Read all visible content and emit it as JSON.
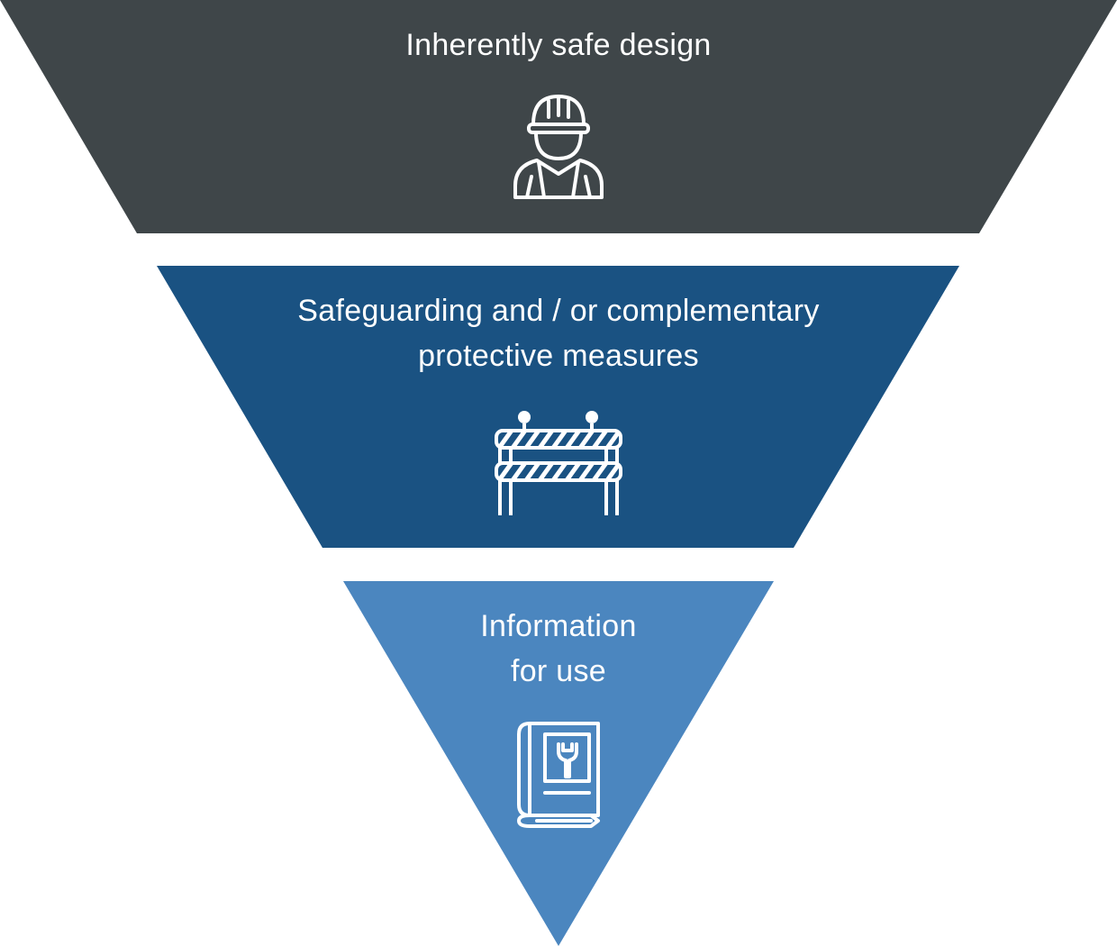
{
  "colors": {
    "tier_1": "#3f4649",
    "tier_2": "#1a5282",
    "tier_3": "#4b86bf",
    "text": "#ffffff",
    "background": "#ffffff"
  },
  "tiers": [
    {
      "label": "Inherently safe design",
      "icon": "construction-worker-icon"
    },
    {
      "label": "Safeguarding and / or complementary\nprotective measures",
      "icon": "safety-barrier-icon"
    },
    {
      "label": "Information\nfor use",
      "icon": "manual-book-wrench-icon"
    }
  ]
}
